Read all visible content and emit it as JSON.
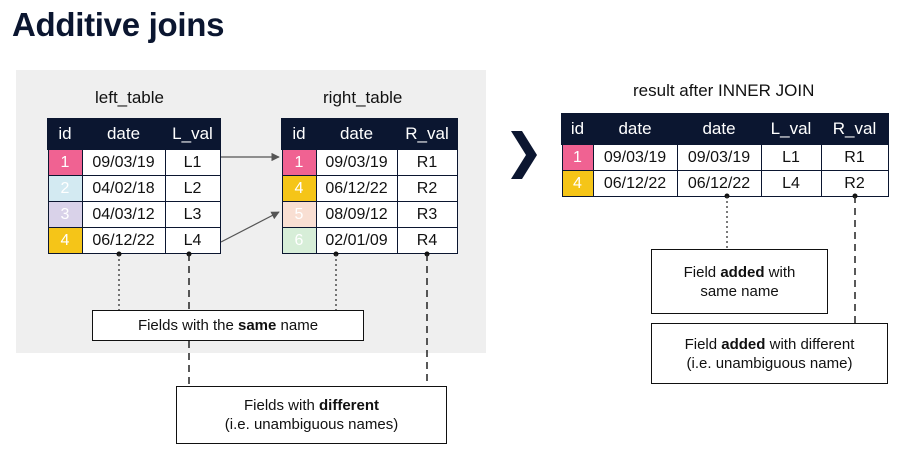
{
  "title": "Additive joins",
  "left_table": {
    "caption": "left_table",
    "headers": [
      "id",
      "date",
      "L_val"
    ],
    "rows": [
      {
        "id": "1",
        "date": "09/03/19",
        "val": "L1"
      },
      {
        "id": "2",
        "date": "04/02/18",
        "val": "L2"
      },
      {
        "id": "3",
        "date": "04/03/12",
        "val": "L3"
      },
      {
        "id": "4",
        "date": "06/12/22",
        "val": "L4"
      }
    ]
  },
  "right_table": {
    "caption": "right_table",
    "headers": [
      "id",
      "date",
      "R_val"
    ],
    "rows": [
      {
        "id": "1",
        "date": "09/03/19",
        "val": "R1"
      },
      {
        "id": "4",
        "date": "06/12/22",
        "val": "R2"
      },
      {
        "id": "5",
        "date": "08/09/12",
        "val": "R3"
      },
      {
        "id": "6",
        "date": "02/01/09",
        "val": "R4"
      }
    ]
  },
  "result_table": {
    "caption": "result after INNER JOIN",
    "headers": [
      "id",
      "date",
      "date",
      "L_val",
      "R_val"
    ],
    "rows": [
      {
        "id": "1",
        "date1": "09/03/19",
        "date2": "09/03/19",
        "lval": "L1",
        "rval": "R1"
      },
      {
        "id": "4",
        "date1": "06/12/22",
        "date2": "06/12/22",
        "lval": "L4",
        "rval": "R2"
      }
    ]
  },
  "annotations": {
    "same_name": {
      "prefix": "Fields with the ",
      "bold": "same",
      "suffix": " name"
    },
    "different": {
      "prefix": "Fields with ",
      "bold": "different",
      "line2": "(i.e. unambiguous names)"
    },
    "added_same": {
      "prefix": "Field ",
      "bold": "added",
      "suffix": " with",
      "line2": "same name"
    },
    "added_different": {
      "prefix": "Field ",
      "bold": "added",
      "suffix": " with different",
      "line2": "(i.e. unambiguous name)"
    }
  },
  "arrow_glyph": "chevron-right",
  "colors": {
    "header": "#0b1630",
    "id_1": "#f06292",
    "id_2": "#d3eaf2",
    "id_3": "#d9d2e9",
    "id_4": "#f5c518",
    "id_5": "#f9dfd3",
    "id_6": "#d7eed8"
  }
}
